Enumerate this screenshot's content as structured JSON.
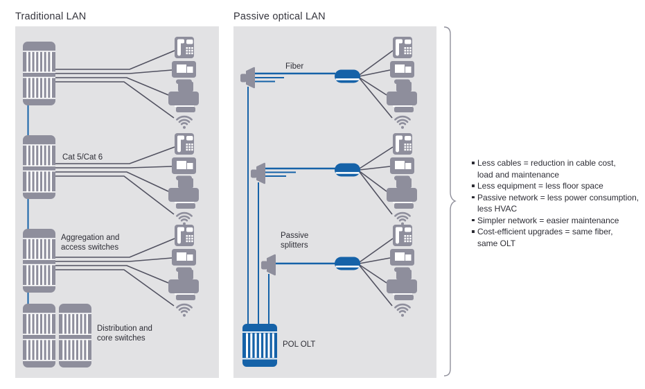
{
  "left_panel": {
    "title": "Traditional LAN",
    "labels": {
      "cabling": "Cat 5/Cat 6",
      "access": "Aggregation and\naccess switches",
      "core": "Distribution and\ncore switches"
    }
  },
  "right_panel": {
    "title": "Passive optical LAN",
    "labels": {
      "fiber": "Fiber",
      "splitters": "Passive\nsplitters",
      "olt": "POL OLT"
    }
  },
  "benefits": {
    "items": [
      "Less cables = reduction in cable cost,\nload and maintenance",
      "Less equipment = less floor space",
      "Passive network = less power consumption,\nless HVAC",
      "Simpler network = easier maintenance",
      "Cost-efficient upgrades = same fiber,\nsame OLT"
    ]
  },
  "icons": {
    "network-switch-icon": "gray striped cabinet",
    "desk-phone-icon": "handset, screen and keypad",
    "desktop-computer-icon": "monitor with windows and base",
    "printer-icon": "paper, body and output tray",
    "wifi-icon": "three arcs with dot",
    "passive-splitter-icon": "gray horn/trapezoid",
    "ont-icon": "blue pill with white band",
    "pol-olt-icon": "blue striped cabinet"
  },
  "colors": {
    "panel_bg": "#e2e2e4",
    "device_gray": "#8e8e9c",
    "line_dark": "#515160",
    "accent_blue": "#1562a8",
    "brace_gray": "#8f8f9a",
    "text_dark": "#2c2c34"
  }
}
